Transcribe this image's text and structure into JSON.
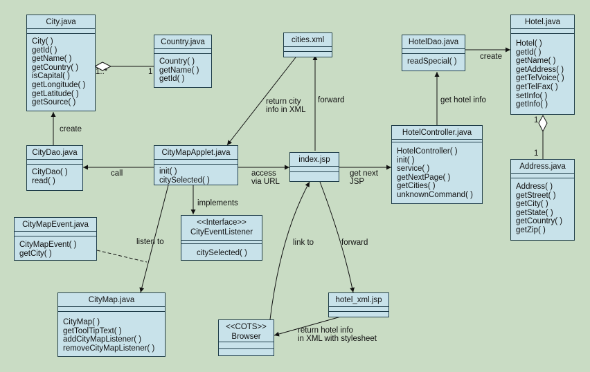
{
  "classes": {
    "city": {
      "title": "City.java",
      "methods": [
        "City( )",
        "getId( )",
        "getName( )",
        "getCountry( )",
        "isCapital( )",
        "getLongitude( )",
        "getLatitude( )",
        "getSource( )"
      ]
    },
    "country": {
      "title": "Country.java",
      "methods": [
        "Country( )",
        "getName( )",
        "getId( )"
      ]
    },
    "cities_xml": {
      "title": "cities.xml",
      "methods": []
    },
    "hoteldao": {
      "title": "HotelDao.java",
      "methods": [
        "readSpecial( )"
      ]
    },
    "hotel": {
      "title": "Hotel.java",
      "methods": [
        "Hotel( )",
        "getId( )",
        "getName( )",
        "getAddress( )",
        "getTelVoice( )",
        "getTelFax( )",
        "setInfo( )",
        "getInfo( )"
      ]
    },
    "citydao": {
      "title": "CityDao.java",
      "methods": [
        "CityDao( )",
        "read( )"
      ]
    },
    "citymapapplet": {
      "title": "CityMapApplet.java",
      "methods": [
        "init( )",
        "citySelected( )"
      ]
    },
    "index_jsp": {
      "title": "index.jsp",
      "methods": []
    },
    "hotelcontroller": {
      "title": "HotelController.java",
      "methods": [
        "HotelController( )",
        "init( )",
        "service( )",
        "getNextPage( )",
        "getCities( )",
        "unknownCommand( )"
      ]
    },
    "address": {
      "title": "Address.java",
      "methods": [
        "Address( )",
        "getStreet( )",
        "getCity( )",
        "getState( )",
        "getCountry( )",
        "getZip( )"
      ]
    },
    "citymapevent": {
      "title": "CityMapEvent.java",
      "methods": [
        "CityMapEvent( )",
        "getCity( )"
      ]
    },
    "cityeventlistener": {
      "title_line1": "<<Interface>>",
      "title_line2": "CityEventListener",
      "methods": [
        "citySelected( )"
      ]
    },
    "citymap": {
      "title": "CityMap.java",
      "methods": [
        "CityMap( )",
        "getToolTipText( )",
        "addCityMapListener( )",
        "removeCityMapListener( )"
      ]
    },
    "hotel_xml_jsp": {
      "title": "hotel_xml.jsp",
      "methods": []
    },
    "browser": {
      "title_line1": "<<COTS>>",
      "title_line2": "Browser",
      "methods": []
    }
  },
  "labels": {
    "city_country_many": "1..*",
    "city_country_one": "1",
    "create_city": "create",
    "return_city_info_line1": "return city",
    "return_city_info_line2": "info in XML",
    "forward_cities": "forward",
    "get_hotel_info": "get hotel info",
    "create_hotel": "create",
    "hotel_address_one_top": "1",
    "hotel_address_one_bottom": "1",
    "call": "call",
    "access_line1": "access",
    "access_line2": "via URL",
    "get_next_line1": "get next",
    "get_next_line2": "JSP",
    "implements": "implements",
    "listen_to": "listen to",
    "link_to": "link to",
    "forward_hotel": "forward",
    "return_hotel_line1": "return hotel info",
    "return_hotel_line2": "in XML with stylesheet"
  },
  "colors": {
    "background": "#c9dcc4",
    "box_fill": "#c8e2ea",
    "line": "#1f3d49"
  }
}
